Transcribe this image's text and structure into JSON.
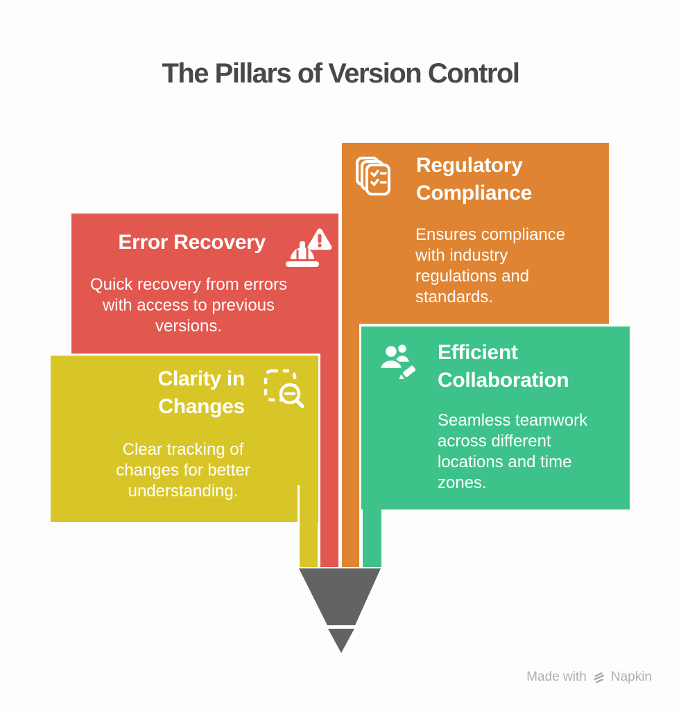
{
  "title": "The Pillars of Version Control",
  "cards": [
    {
      "key": "error-recovery",
      "title": "Error Recovery",
      "body": "Quick recovery from errors with access to previous versions.",
      "color": "#E2574E",
      "icon": "hard-hat-warning-icon"
    },
    {
      "key": "regulatory-compliance",
      "title": "Regulatory Compliance",
      "body": "Ensures compliance with industry regulations and standards.",
      "color": "#DE8432",
      "icon": "compliance-documents-icon"
    },
    {
      "key": "clarity-in-changes",
      "title": "Clarity in Changes",
      "body": "Clear tracking of changes for better understanding.",
      "color": "#D8C629",
      "icon": "zoom-selection-icon"
    },
    {
      "key": "efficient-collaboration",
      "title": "Efficient Collaboration",
      "body": "Seamless teamwork across different locations and time zones.",
      "color": "#3DC389",
      "icon": "team-pencil-icon"
    }
  ],
  "pencil": {
    "stripe_colors": [
      "#D8C629",
      "#E2574E",
      "#DE8432",
      "#3DC389"
    ],
    "tip_color": "#636363"
  },
  "footer": {
    "made_with": "Made with",
    "brand": "Napkin"
  }
}
